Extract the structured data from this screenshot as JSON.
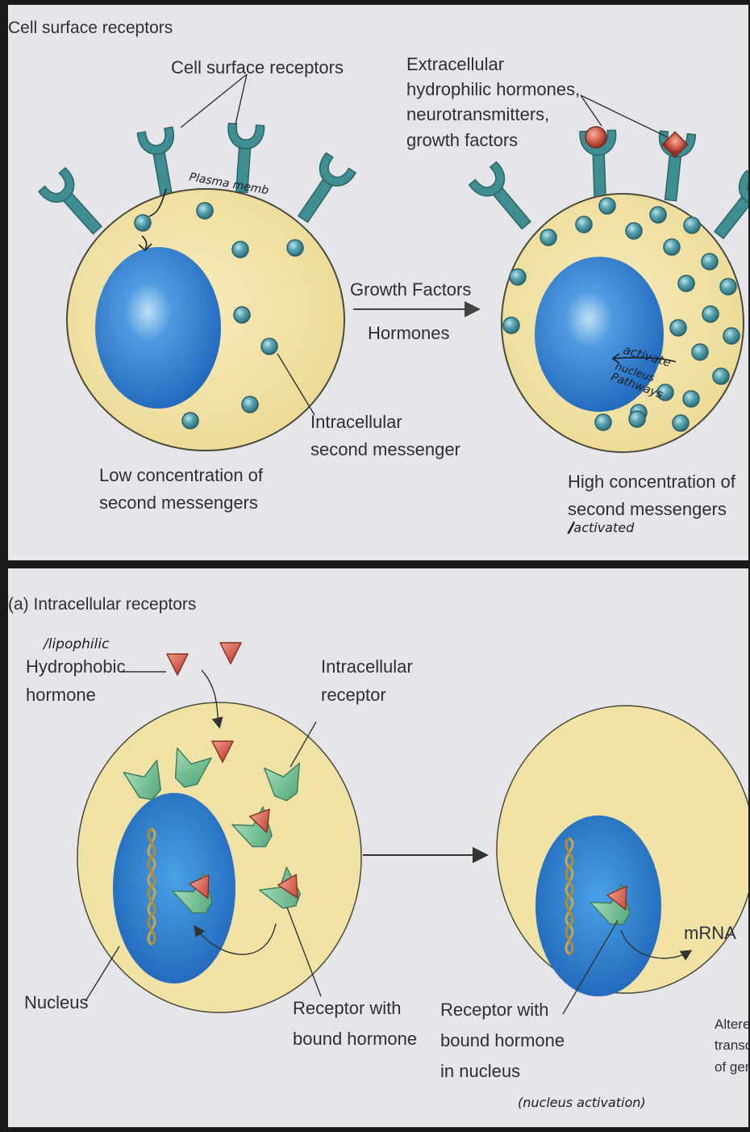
{
  "top_panel": {
    "title": "Cell surface receptors",
    "receptor_label": "Cell surface receptors",
    "extracellular_line1": "Extracellular",
    "extracellular_line2": "hydrophilic hormones,",
    "extracellular_line3": "neurotransmitters,",
    "extracellular_line4": "growth factors",
    "arrow_label_top": "Growth Factors",
    "arrow_label_bottom": "Hormones",
    "messenger_line1": "Intracellular",
    "messenger_line2": "second messenger",
    "low_line1": "Low concentration of",
    "low_line2": "second messengers",
    "high_line1": "High concentration of",
    "high_line2": "second messengers",
    "note_plasma": "Plasma memb",
    "note_activate": "activate",
    "note_nucleus": "nucleus",
    "note_pathways": "Pathways",
    "note_activated": "/activated"
  },
  "bottom_panel": {
    "title": "(a) Intracellular receptors",
    "note_lipophilic": "/lipophilic",
    "hydrophobic_line1": "Hydrophobic",
    "hydrophobic_line2": "hormone",
    "intracellular_line1": "Intracellular",
    "intracellular_line2": "receptor",
    "nucleus_label": "Nucleus",
    "bound_line1": "Receptor with",
    "bound_line2": "bound hormone",
    "nucleus_bound_line1": "Receptor with",
    "nucleus_bound_line2": "bound hormone",
    "nucleus_bound_line3": "in nucleus",
    "mrna_label": "mRNA",
    "altered_line1": "Altered",
    "altered_line2": "transcr",
    "altered_line3": "of gen",
    "note_nucleus_activation": "(nucleus activation)"
  },
  "colors": {
    "panel_bg": "#e6e6ea",
    "cytoplasm": "#f1e3a6",
    "cell_outline": "#4a4a3a",
    "nucleus": "#2f7fce",
    "receptor": "#3f8e92",
    "messenger": "#4c98a6",
    "hormone": "#cf5a4c",
    "intracellular_receptor": "#5fb487",
    "dna": "#c9a64a"
  }
}
